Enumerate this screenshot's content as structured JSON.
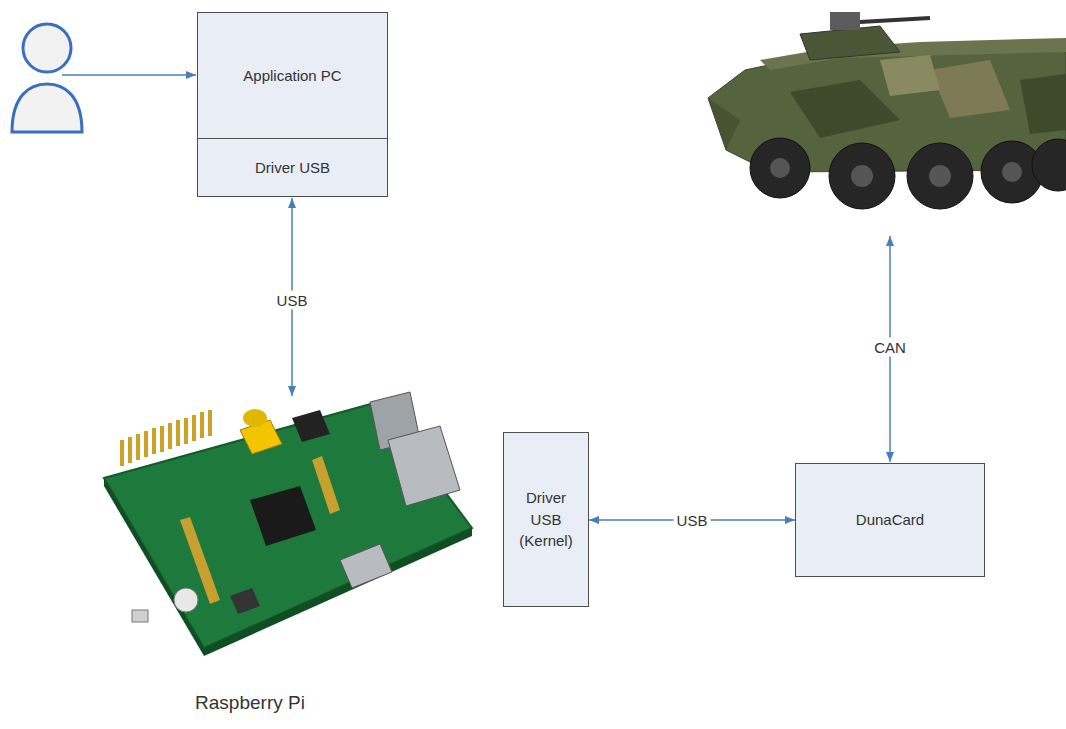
{
  "diagram": {
    "nodes": [
      {
        "text": [
          "Application PC"
        ]
      },
      {
        "text": [
          "Driver USB"
        ]
      },
      {
        "text": [
          "Driver USB (Kernel)"
        ]
      },
      {
        "text": [
          "DunaCard"
        ]
      }
    ],
    "edges": [
      {
        "from": 2,
        "to": 3,
        "label": "USB",
        "arrow": "both"
      }
    ],
    "labels": [
      "USB",
      "CAN",
      "Raspberry Pi"
    ]
  }
}
